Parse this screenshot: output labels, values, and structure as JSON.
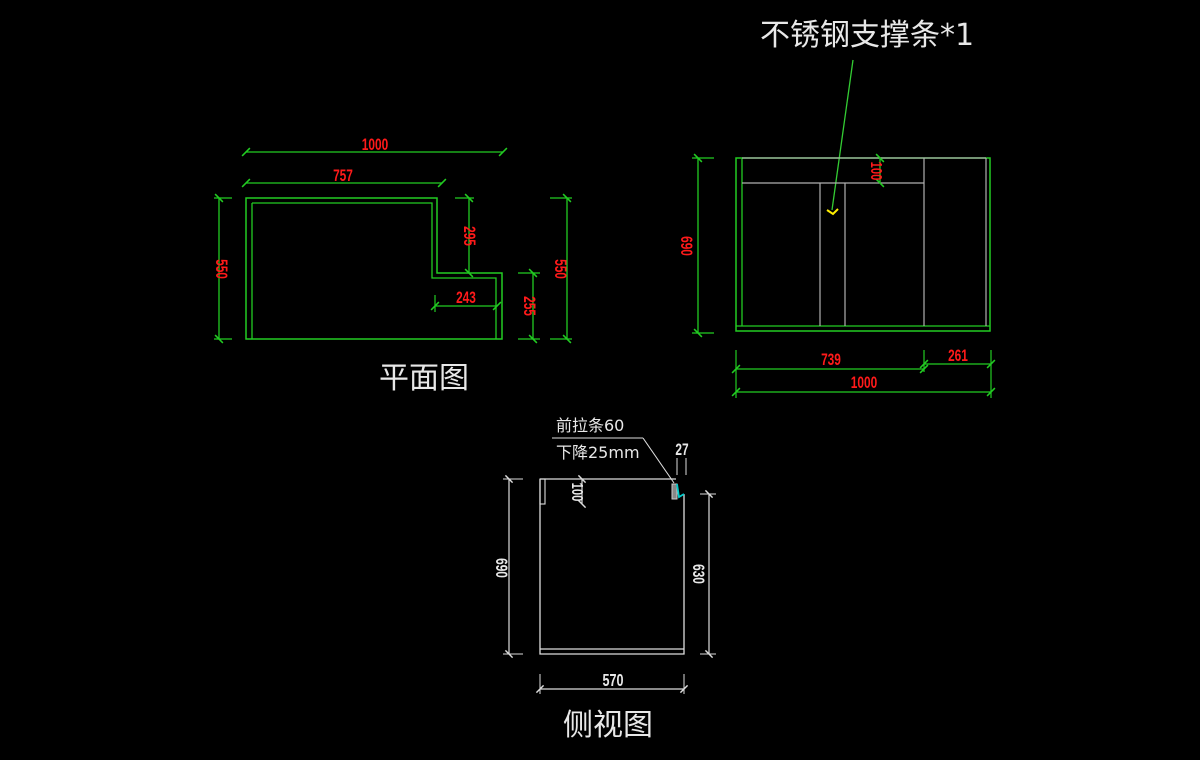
{
  "colors": {
    "background": "#000000",
    "outline": "#22cc22",
    "dimension_line": "#22cc22",
    "dimension_text": "#ff1a1a",
    "inner_line": "#b0b0b0",
    "label": "#e8e8e8",
    "leader": "#33cc33",
    "marker": "#ffee00",
    "bracket": "#00cccc"
  },
  "annotation_top": "不锈钢支撑条*1",
  "plan_view": {
    "title": "平面图",
    "dims": {
      "overall_width": "1000",
      "left_width": "757",
      "left_depth": "550",
      "notch_depth": "295",
      "notch_width": "243",
      "right_part_depth": "255",
      "right_depth": "550"
    }
  },
  "front_view": {
    "dims": {
      "height": "690",
      "top_rail": "100",
      "left_width": "739",
      "right_width": "261",
      "overall_width": "1000"
    }
  },
  "side_view": {
    "title": "侧视图",
    "note_line1": "前拉条60",
    "note_line2": "下降25mm",
    "dims": {
      "left_height": "690",
      "right_height": "630",
      "top_rail": "100",
      "rail_gap": "27",
      "depth": "570"
    }
  }
}
